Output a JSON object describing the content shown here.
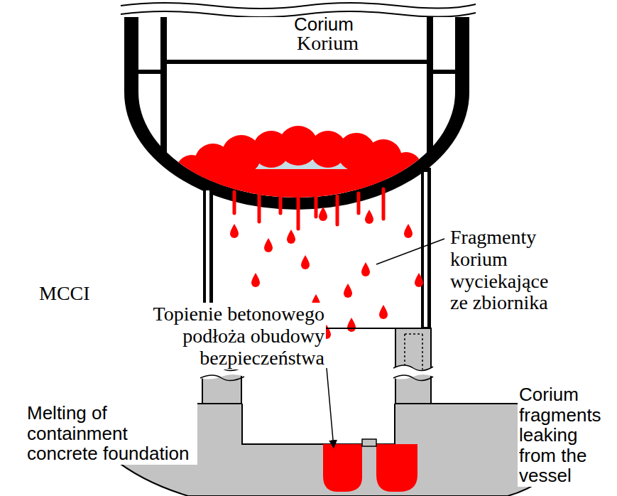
{
  "diagram": {
    "labels": [
      "Corium",
      "Korium",
      "MCCI",
      "Fragmenty korium wyciekające ze zbiornika",
      "Topienie betonowego podłoża obudowy bezpieczeństwa",
      "Melting of containment concrete foundation",
      "Corium fragments leaking from the vessel"
    ]
  }
}
